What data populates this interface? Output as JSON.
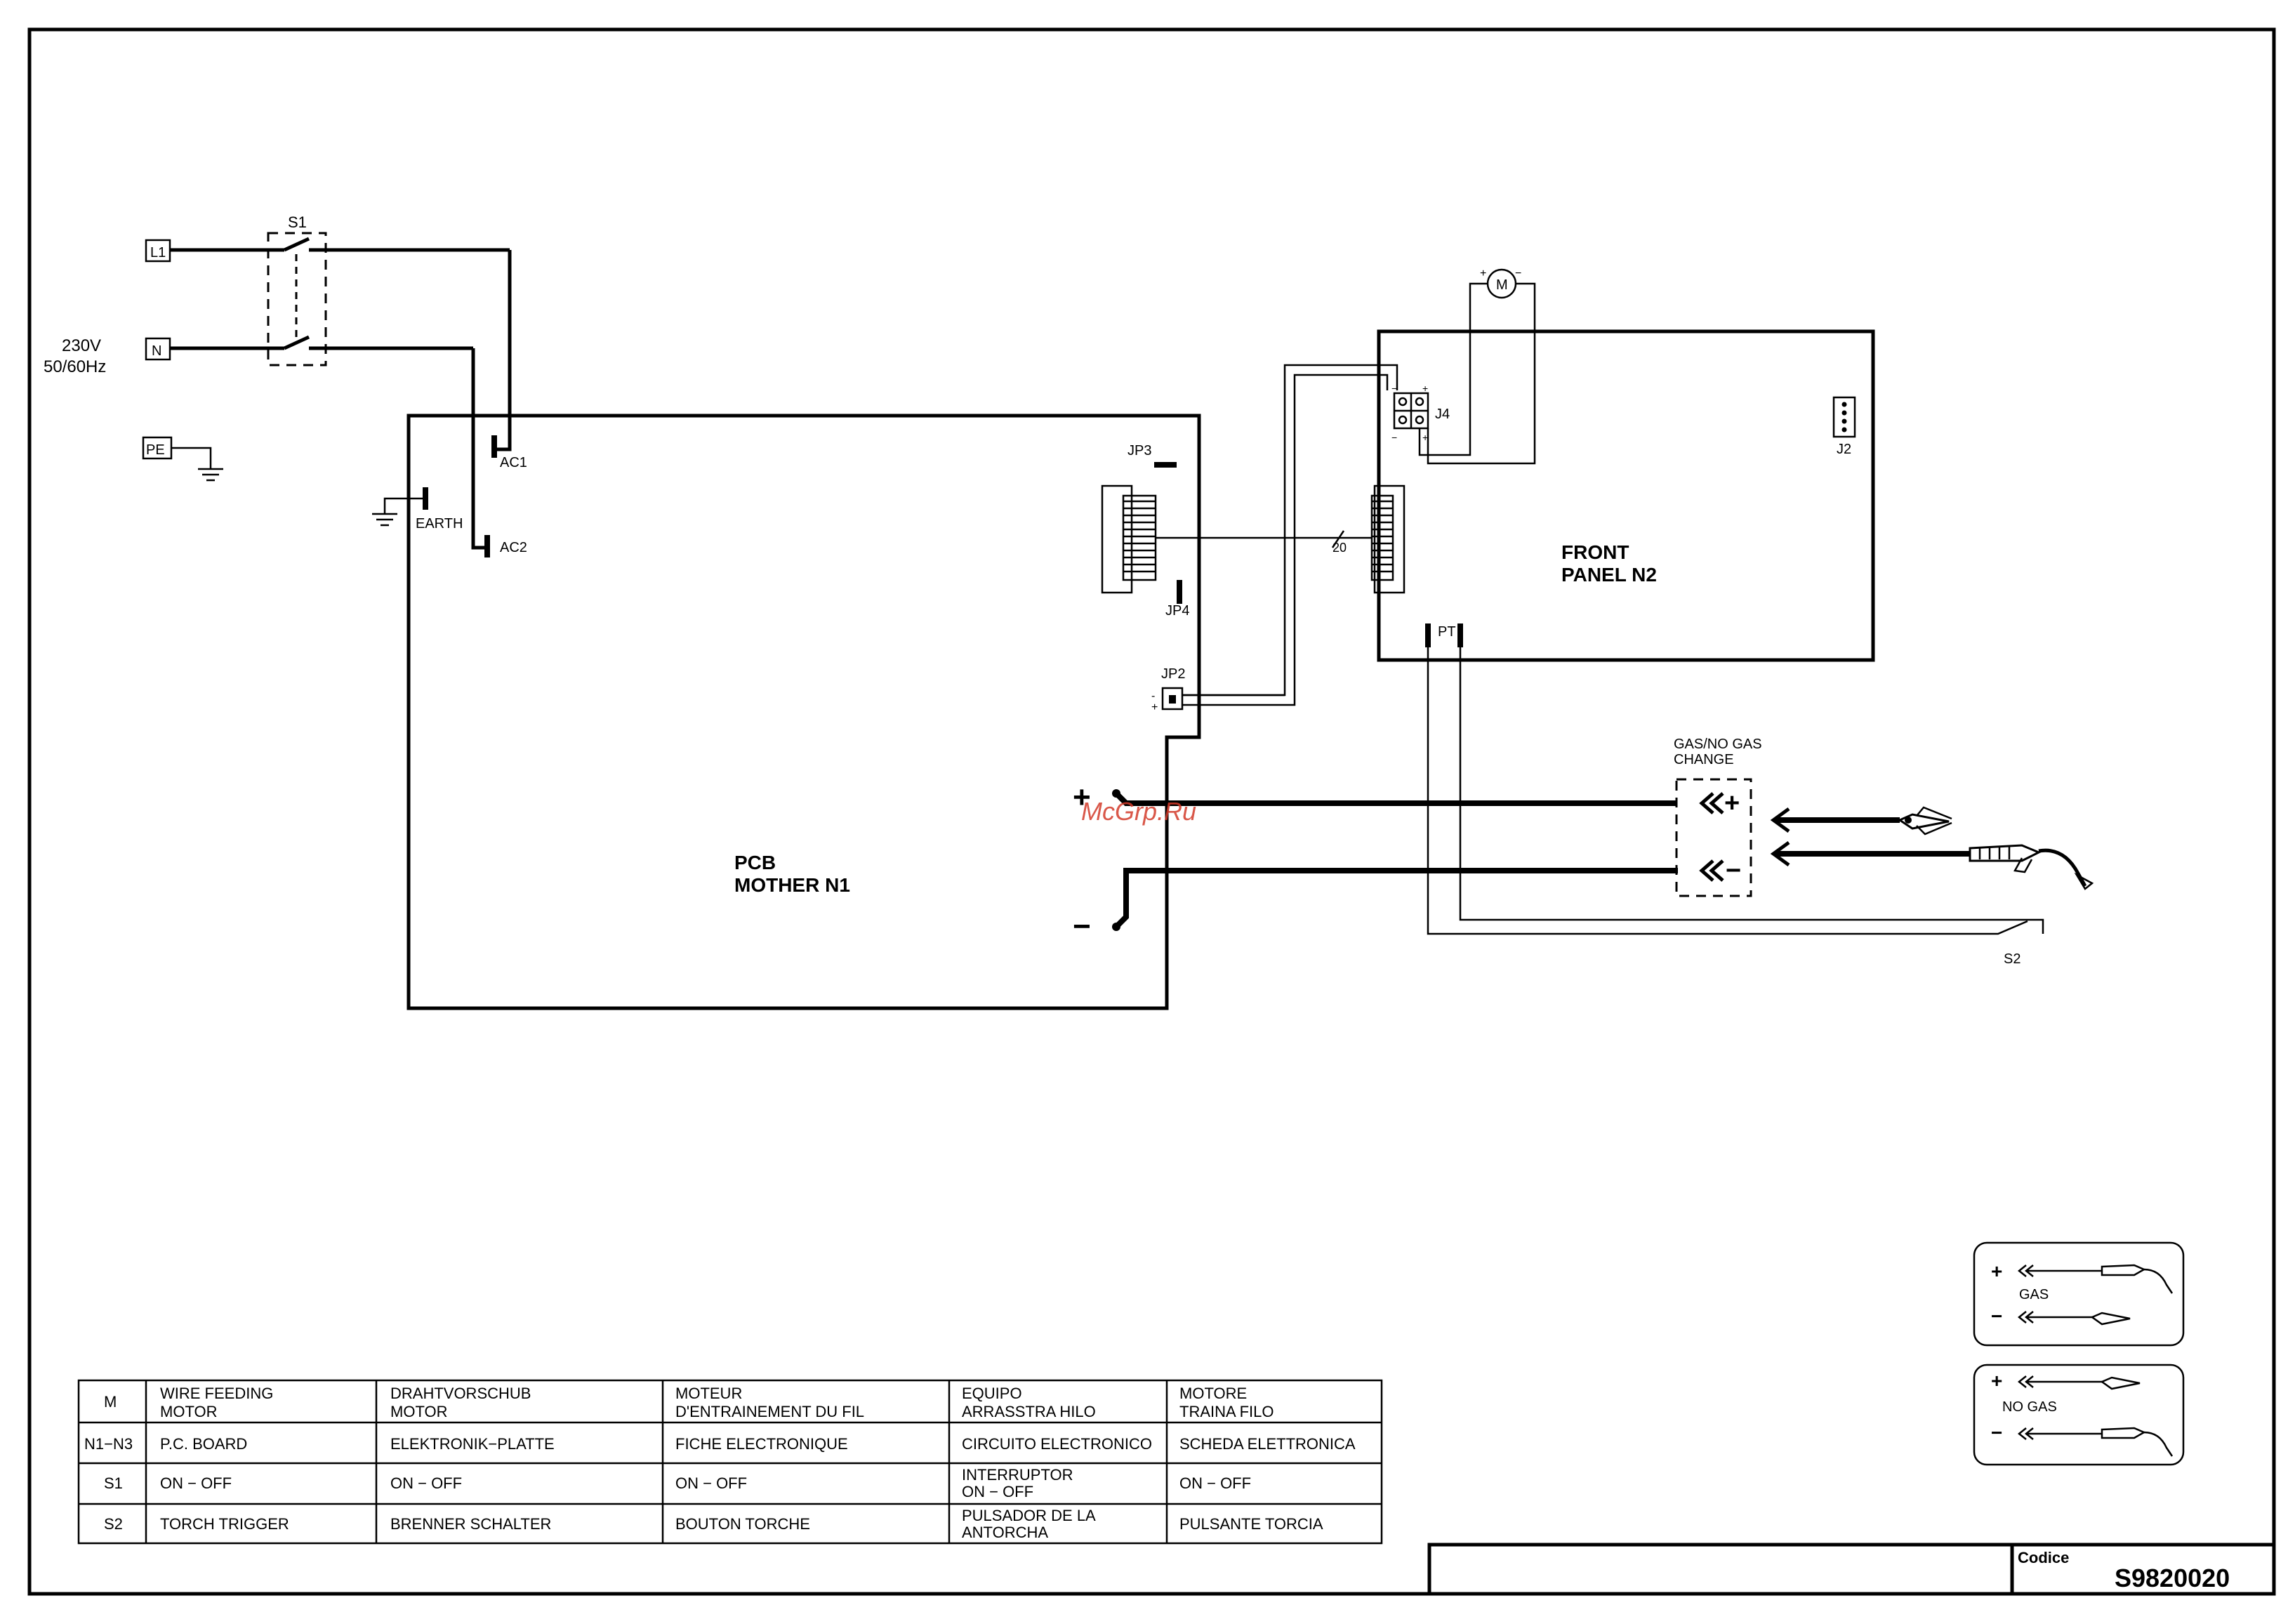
{
  "supply": {
    "l1": "L1",
    "n": "N",
    "pe": "PE",
    "voltage": "230V",
    "frequency": "50/60Hz"
  },
  "switch_s1": "S1",
  "pcb": {
    "title1": "PCB",
    "title2": "MOTHER N1",
    "ac1": "AC1",
    "ac2": "AC2",
    "earth": "EARTH",
    "jp2": "JP2",
    "jp3": "JP3",
    "jp4": "JP4",
    "jp2_minus": "-",
    "jp2_plus": "+",
    "out_plus": "+",
    "out_minus": "−"
  },
  "front_panel": {
    "title1": "FRONT",
    "title2": "PANEL N2",
    "j2": "J2",
    "j4": "J4",
    "pt": "PT",
    "motor": "M",
    "motor_plus": "+",
    "motor_minus": "−",
    "j4_minus_top": "−",
    "j4_plus_top": "+",
    "j4_minus_bottom": "−",
    "j4_plus_bottom": "+"
  },
  "bus_count": "20",
  "gas_change": {
    "line1": "GAS/NO GAS",
    "line2": "CHANGE",
    "plus": "+",
    "minus": "−"
  },
  "switch_s2": "S2",
  "watermark": "McGrp.Ru",
  "legend_boxes": [
    {
      "plus": "+",
      "minus": "−",
      "label": "GAS"
    },
    {
      "plus": "+",
      "minus": "−",
      "label": "NO GAS"
    }
  ],
  "component_table": {
    "rows": [
      {
        "code": "M",
        "en": [
          "WIRE FEEDING",
          "MOTOR"
        ],
        "de": [
          "DRAHTVORSCHUB",
          "MOTOR"
        ],
        "fr": [
          "MOTEUR",
          "D'ENTRAINEMENT DU FIL"
        ],
        "es": [
          "EQUIPO",
          "ARRASSTRA HILO"
        ],
        "it": [
          "MOTORE",
          "TRAINA FILO"
        ]
      },
      {
        "code": "N1−N3",
        "en": [
          "P.C. BOARD"
        ],
        "de": [
          "ELEKTRONIK−PLATTE"
        ],
        "fr": [
          "FICHE ELECTRONIQUE"
        ],
        "es": [
          "CIRCUITO ELECTRONICO"
        ],
        "it": [
          "SCHEDA ELETTRONICA"
        ]
      },
      {
        "code": "S1",
        "en": [
          "ON − OFF"
        ],
        "de": [
          "ON − OFF"
        ],
        "fr": [
          "ON − OFF"
        ],
        "es": [
          "INTERRUPTOR",
          "ON − OFF"
        ],
        "it": [
          "ON − OFF"
        ]
      },
      {
        "code": "S2",
        "en": [
          "TORCH TRIGGER"
        ],
        "de": [
          "BRENNER SCHALTER"
        ],
        "fr": [
          "BOUTON TORCHE"
        ],
        "es": [
          "PULSADOR DE LA",
          "ANTORCHA"
        ],
        "it": [
          "PULSANTE TORCIA"
        ]
      }
    ]
  },
  "title_block": {
    "codice_label": "Codice",
    "codice_value": "S9820020"
  }
}
